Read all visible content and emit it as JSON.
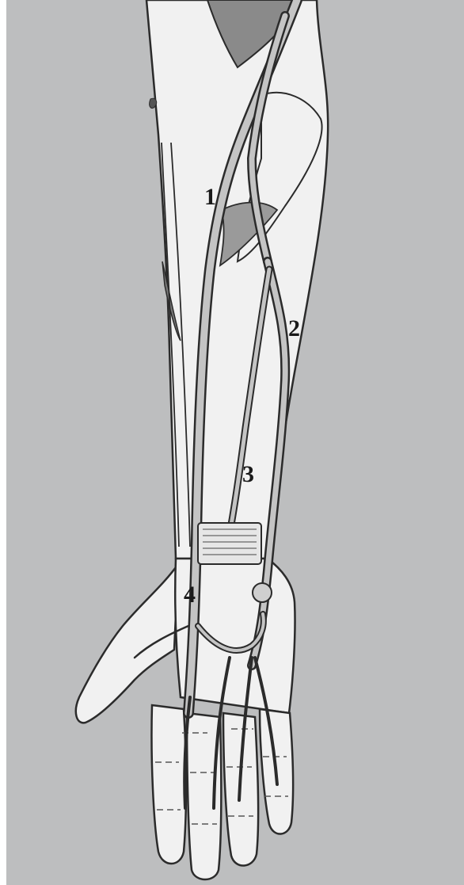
{
  "diagram": {
    "labels": [
      {
        "id": "1",
        "text": "1"
      },
      {
        "id": "2",
        "text": "2"
      },
      {
        "id": "3",
        "text": "3"
      },
      {
        "id": "4",
        "text": "4"
      }
    ],
    "colors": {
      "background": "#bdbebf",
      "skin": "#f1f1f1",
      "outline": "#2b2b2b",
      "vessel_fill": "#bcbcbc",
      "muscle": "#7a7a7a"
    }
  }
}
